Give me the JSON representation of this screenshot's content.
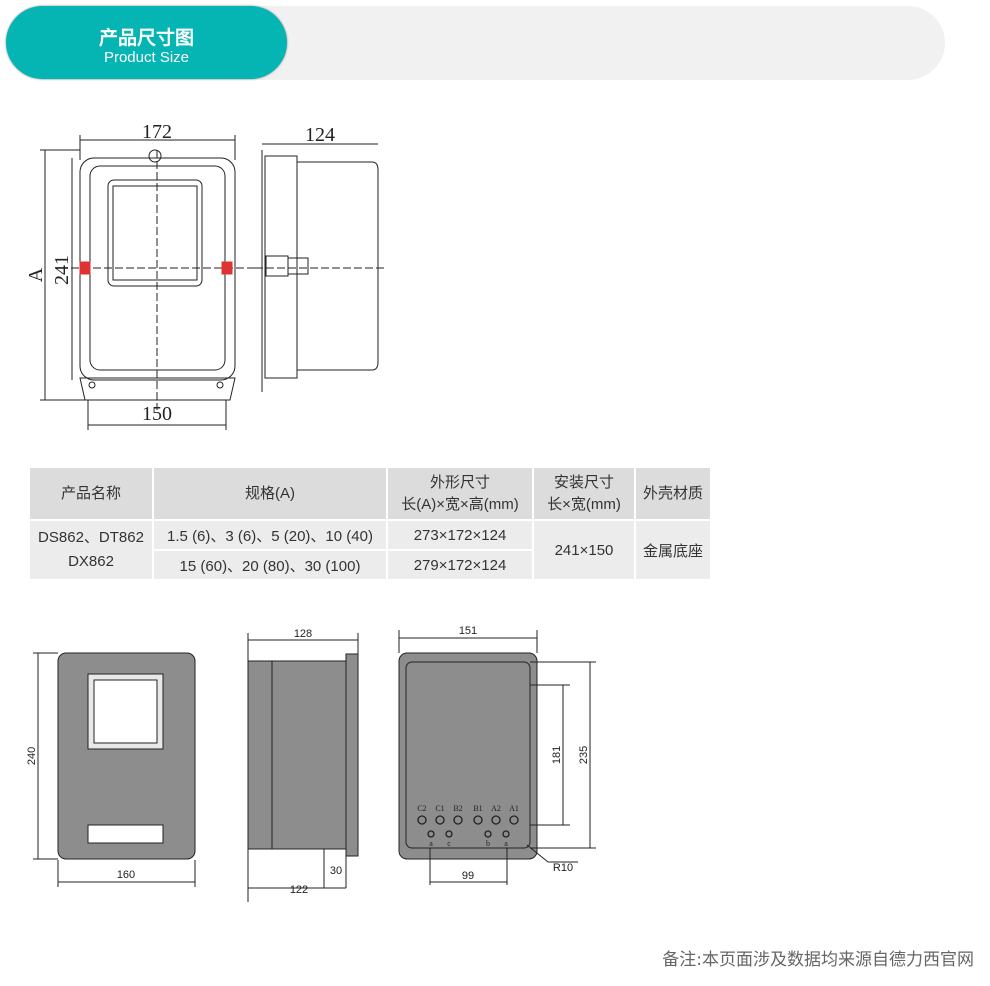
{
  "header": {
    "title_cn": "产品尺寸图",
    "title_en": "Product Size"
  },
  "drawing_top": {
    "width": "172",
    "height": "241",
    "length": "A",
    "mount_width": "150",
    "depth": "124"
  },
  "table": {
    "headers": [
      "产品名称",
      "规格(A)",
      "外形尺寸",
      "长(A)×宽×高(mm)",
      "安装尺寸",
      "长×宽(mm)",
      "外壳材质"
    ],
    "product": "DS862、DT862 DX862",
    "rows": [
      {
        "spec": "1.5 (6)、3 (6)、5 (20)、10 (40)",
        "size": "273×172×124"
      },
      {
        "spec": "15 (60)、20 (80)、30 (100)",
        "size": "279×172×124"
      }
    ],
    "mount": "241×150",
    "material": "金属底座"
  },
  "drawing_bottom": {
    "front_height": "240",
    "front_width": "160",
    "side_top": "128",
    "side_bottom": "122",
    "side_step": "30",
    "back_width": "151",
    "back_inner": "181",
    "back_height": "235",
    "back_span": "99",
    "radius": "R10",
    "terminals_top": [
      "C2",
      "C1",
      "B2",
      "B1",
      "A2",
      "A1"
    ],
    "terminals_bottom": [
      "a",
      "c",
      "b",
      "a"
    ]
  },
  "note": "备注:本页面涉及数据均来源自德力西官网"
}
